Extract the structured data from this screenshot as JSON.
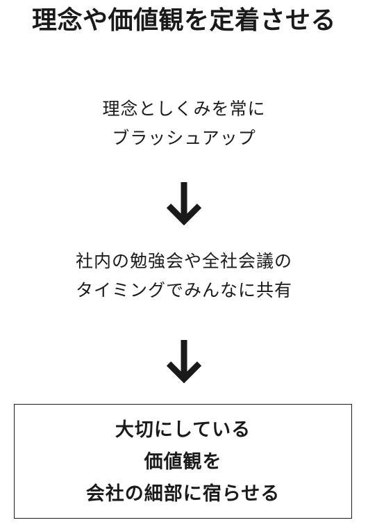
{
  "title": "理念や価値観を定着させる",
  "steps": [
    {
      "lines": [
        "理念としくみを常に",
        "ブラッシュアップ"
      ]
    },
    {
      "lines": [
        "社内の勉強会や全社会議の",
        "タイミングでみんなに共有"
      ]
    }
  ],
  "result": {
    "lines": [
      "大切にしている",
      "価値観を",
      "会社の細部に宿らせる"
    ]
  },
  "colors": {
    "text": "#1a1a1a",
    "arrow": "#1a1a1a",
    "background": "#ffffff"
  },
  "icons": [
    "arrow-down-icon",
    "arrow-down-icon"
  ]
}
